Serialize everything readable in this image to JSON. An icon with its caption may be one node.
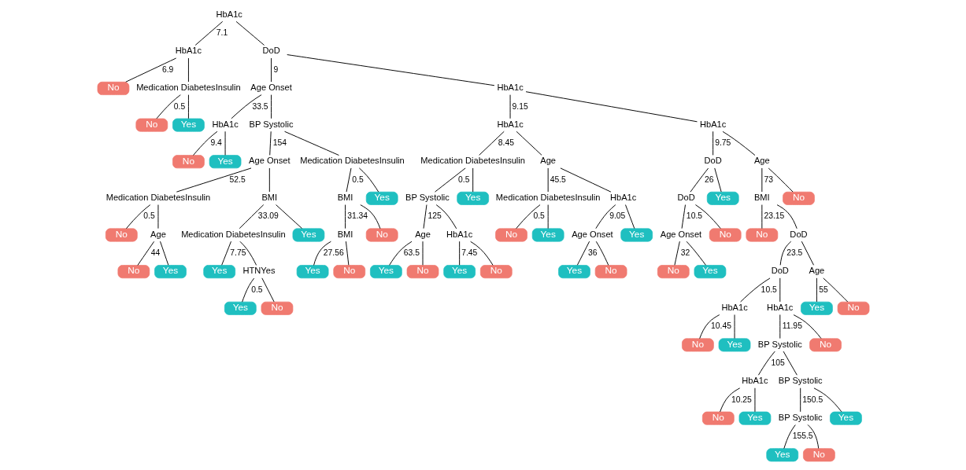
{
  "diagram": {
    "nodes": [
      {
        "text": [
          "HbA1c"
        ]
      },
      {
        "text": [
          "HbA1c"
        ]
      },
      {
        "text": [
          "No"
        ]
      },
      {
        "text": [
          "Medication DiabetesInsulin"
        ]
      },
      {
        "text": [
          "No"
        ]
      },
      {
        "text": [
          "Yes"
        ]
      },
      {
        "text": [
          "DoD"
        ]
      },
      {
        "text": [
          "Age Onset"
        ]
      },
      {
        "text": [
          "HbA1c"
        ]
      },
      {
        "text": [
          "No"
        ]
      },
      {
        "text": [
          "Yes"
        ]
      },
      {
        "text": [
          "BP Systolic"
        ]
      },
      {
        "text": [
          "Age Onset"
        ]
      },
      {
        "text": [
          "Medication DiabetesInsulin"
        ]
      },
      {
        "text": [
          "No"
        ]
      },
      {
        "text": [
          "Age"
        ]
      },
      {
        "text": [
          "No"
        ]
      },
      {
        "text": [
          "Yes"
        ]
      },
      {
        "text": [
          "BMI"
        ]
      },
      {
        "text": [
          "Medication DiabetesInsulin"
        ]
      },
      {
        "text": [
          "Yes"
        ]
      },
      {
        "text": [
          "HTNYes"
        ]
      },
      {
        "text": [
          "Yes"
        ]
      },
      {
        "text": [
          "No"
        ]
      },
      {
        "text": [
          "Yes"
        ]
      },
      {
        "text": [
          "Medication DiabetesInsulin"
        ]
      },
      {
        "text": [
          "BMI"
        ]
      },
      {
        "text": [
          "BMI"
        ]
      },
      {
        "text": [
          "Yes"
        ]
      },
      {
        "text": [
          "No"
        ]
      },
      {
        "text": [
          "No"
        ]
      },
      {
        "text": [
          "Yes"
        ]
      },
      {
        "text": [
          "HbA1c"
        ]
      },
      {
        "text": [
          "HbA1c"
        ]
      },
      {
        "text": [
          "Medication DiabetesInsulin"
        ]
      },
      {
        "text": [
          "BP Systolic"
        ]
      },
      {
        "text": [
          "Age"
        ]
      },
      {
        "text": [
          "Yes"
        ]
      },
      {
        "text": [
          "No"
        ]
      },
      {
        "text": [
          "HbA1c"
        ]
      },
      {
        "text": [
          "Yes"
        ]
      },
      {
        "text": [
          "No"
        ]
      },
      {
        "text": [
          "Yes"
        ]
      },
      {
        "text": [
          "Age"
        ]
      },
      {
        "text": [
          "Medication DiabetesInsulin"
        ]
      },
      {
        "text": [
          "No"
        ]
      },
      {
        "text": [
          "Yes"
        ]
      },
      {
        "text": [
          "HbA1c"
        ]
      },
      {
        "text": [
          "Age Onset"
        ]
      },
      {
        "text": [
          "Yes"
        ]
      },
      {
        "text": [
          "No"
        ]
      },
      {
        "text": [
          "Yes"
        ]
      },
      {
        "text": [
          "HbA1c"
        ]
      },
      {
        "text": [
          "DoD"
        ]
      },
      {
        "text": [
          "DoD"
        ]
      },
      {
        "text": [
          "Age Onset"
        ]
      },
      {
        "text": [
          "No"
        ]
      },
      {
        "text": [
          "Yes"
        ]
      },
      {
        "text": [
          "No"
        ]
      },
      {
        "text": [
          "Yes"
        ]
      },
      {
        "text": [
          "Age"
        ]
      },
      {
        "text": [
          "BMI"
        ]
      },
      {
        "text": [
          "No"
        ]
      },
      {
        "text": [
          "DoD"
        ]
      },
      {
        "text": [
          "DoD"
        ]
      },
      {
        "text": [
          "HbA1c"
        ]
      },
      {
        "text": [
          "No"
        ]
      },
      {
        "text": [
          "Yes"
        ]
      },
      {
        "text": [
          "HbA1c"
        ]
      },
      {
        "text": [
          "BP Systolic"
        ]
      },
      {
        "text": [
          "HbA1c"
        ]
      },
      {
        "text": [
          "No"
        ]
      },
      {
        "text": [
          "Yes"
        ]
      },
      {
        "text": [
          "BP Systolic"
        ]
      },
      {
        "text": [
          "BP Systolic"
        ]
      },
      {
        "text": [
          "Yes"
        ]
      },
      {
        "text": [
          "No"
        ]
      },
      {
        "text": [
          "Yes"
        ]
      },
      {
        "text": [
          "No"
        ]
      },
      {
        "text": [
          "Age"
        ]
      },
      {
        "text": [
          "Yes"
        ]
      },
      {
        "text": [
          "No"
        ]
      },
      {
        "text": [
          "No"
        ]
      }
    ],
    "edges": [
      {
        "from": 0,
        "to": 1,
        "arrow": "none",
        "label": "7.1"
      },
      {
        "from": 0,
        "to": 6,
        "arrow": "none"
      },
      {
        "from": 1,
        "to": 2,
        "arrow": "none",
        "label": "6.9"
      },
      {
        "from": 1,
        "to": 3,
        "arrow": "none"
      },
      {
        "from": 3,
        "to": 4,
        "arrow": "none",
        "label": "0.5"
      },
      {
        "from": 3,
        "to": 5,
        "arrow": "none"
      },
      {
        "from": 6,
        "to": 7,
        "arrow": "none",
        "label": "9"
      },
      {
        "from": 6,
        "to": 32,
        "arrow": "none"
      },
      {
        "from": 7,
        "to": 8,
        "arrow": "none",
        "label": "33.5"
      },
      {
        "from": 7,
        "to": 11,
        "arrow": "none"
      },
      {
        "from": 8,
        "to": 9,
        "arrow": "none",
        "label": "9.4"
      },
      {
        "from": 8,
        "to": 10,
        "arrow": "none"
      },
      {
        "from": 11,
        "to": 12,
        "arrow": "none",
        "label": "154"
      },
      {
        "from": 11,
        "to": 25,
        "arrow": "none"
      },
      {
        "from": 12,
        "to": 13,
        "arrow": "none",
        "label": "52.5"
      },
      {
        "from": 12,
        "to": 18,
        "arrow": "none"
      },
      {
        "from": 13,
        "to": 14,
        "arrow": "none",
        "label": "0.5"
      },
      {
        "from": 13,
        "to": 15,
        "arrow": "none"
      },
      {
        "from": 15,
        "to": 16,
        "arrow": "none",
        "label": "44"
      },
      {
        "from": 15,
        "to": 17,
        "arrow": "none"
      },
      {
        "from": 18,
        "to": 19,
        "arrow": "none",
        "label": "33.09"
      },
      {
        "from": 18,
        "to": 24,
        "arrow": "none"
      },
      {
        "from": 19,
        "to": 20,
        "arrow": "none",
        "label": "7.75"
      },
      {
        "from": 19,
        "to": 21,
        "arrow": "none"
      },
      {
        "from": 21,
        "to": 22,
        "arrow": "none",
        "label": "0.5"
      },
      {
        "from": 21,
        "to": 23,
        "arrow": "none"
      },
      {
        "from": 25,
        "to": 26,
        "arrow": "none",
        "label": "0.5"
      },
      {
        "from": 25,
        "to": 31,
        "arrow": "none"
      },
      {
        "from": 26,
        "to": 27,
        "arrow": "none",
        "label": "31.34"
      },
      {
        "from": 26,
        "to": 30,
        "arrow": "none"
      },
      {
        "from": 27,
        "to": 28,
        "arrow": "none",
        "label": "27.56"
      },
      {
        "from": 27,
        "to": 29,
        "arrow": "none"
      },
      {
        "from": 32,
        "to": 33,
        "arrow": "none",
        "label": "9.15"
      },
      {
        "from": 32,
        "to": 52,
        "arrow": "none"
      },
      {
        "from": 33,
        "to": 34,
        "arrow": "none",
        "label": "8.45"
      },
      {
        "from": 33,
        "to": 43,
        "arrow": "none"
      },
      {
        "from": 34,
        "to": 35,
        "arrow": "none",
        "label": "0.5"
      },
      {
        "from": 34,
        "to": 42,
        "arrow": "none"
      },
      {
        "from": 35,
        "to": 36,
        "arrow": "none",
        "label": "125"
      },
      {
        "from": 35,
        "to": 39,
        "arrow": "none"
      },
      {
        "from": 36,
        "to": 37,
        "arrow": "none",
        "label": "63.5"
      },
      {
        "from": 36,
        "to": 38,
        "arrow": "none"
      },
      {
        "from": 39,
        "to": 40,
        "arrow": "none",
        "label": "7.45"
      },
      {
        "from": 39,
        "to": 41,
        "arrow": "none"
      },
      {
        "from": 43,
        "to": 44,
        "arrow": "none",
        "label": "45.5"
      },
      {
        "from": 43,
        "to": 47,
        "arrow": "none"
      },
      {
        "from": 44,
        "to": 45,
        "arrow": "none",
        "label": "0.5"
      },
      {
        "from": 44,
        "to": 46,
        "arrow": "none"
      },
      {
        "from": 47,
        "to": 48,
        "arrow": "none",
        "label": "9.05"
      },
      {
        "from": 47,
        "to": 51,
        "arrow": "none"
      },
      {
        "from": 48,
        "to": 49,
        "arrow": "none",
        "label": "36"
      },
      {
        "from": 48,
        "to": 50,
        "arrow": "none"
      },
      {
        "from": 52,
        "to": 53,
        "arrow": "none",
        "label": "9.75"
      },
      {
        "from": 52,
        "to": 60,
        "arrow": "none"
      },
      {
        "from": 53,
        "to": 54,
        "arrow": "none",
        "label": "26"
      },
      {
        "from": 53,
        "to": 59,
        "arrow": "none"
      },
      {
        "from": 54,
        "to": 55,
        "arrow": "none",
        "label": "10.5"
      },
      {
        "from": 54,
        "to": 58,
        "arrow": "none"
      },
      {
        "from": 55,
        "to": 56,
        "arrow": "none",
        "label": "32"
      },
      {
        "from": 55,
        "to": 57,
        "arrow": "none"
      },
      {
        "from": 60,
        "to": 61,
        "arrow": "none",
        "label": "73"
      },
      {
        "from": 60,
        "to": 82,
        "arrow": "none"
      },
      {
        "from": 61,
        "to": 62,
        "arrow": "none",
        "label": "23.15"
      },
      {
        "from": 61,
        "to": 63,
        "arrow": "none"
      },
      {
        "from": 63,
        "to": 64,
        "arrow": "none",
        "label": "23.5"
      },
      {
        "from": 63,
        "to": 79,
        "arrow": "none"
      },
      {
        "from": 64,
        "to": 65,
        "arrow": "none",
        "label": "10.5"
      },
      {
        "from": 64,
        "to": 68,
        "arrow": "none"
      },
      {
        "from": 65,
        "to": 66,
        "arrow": "none",
        "label": "10.45"
      },
      {
        "from": 65,
        "to": 67,
        "arrow": "none"
      },
      {
        "from": 68,
        "to": 69,
        "arrow": "none",
        "label": "11.95"
      },
      {
        "from": 68,
        "to": 78,
        "arrow": "none"
      },
      {
        "from": 69,
        "to": 70,
        "arrow": "none",
        "label": "105"
      },
      {
        "from": 69,
        "to": 73,
        "arrow": "none"
      },
      {
        "from": 70,
        "to": 71,
        "arrow": "none",
        "label": "10.25"
      },
      {
        "from": 70,
        "to": 72,
        "arrow": "none"
      },
      {
        "from": 73,
        "to": 74,
        "arrow": "none",
        "label": "150.5"
      },
      {
        "from": 73,
        "to": 77,
        "arrow": "none"
      },
      {
        "from": 74,
        "to": 75,
        "arrow": "none",
        "label": "155.5"
      },
      {
        "from": 74,
        "to": 76,
        "arrow": "none"
      },
      {
        "from": 79,
        "to": 80,
        "arrow": "none",
        "label": "55"
      },
      {
        "from": 79,
        "to": 81,
        "arrow": "none"
      }
    ]
  }
}
